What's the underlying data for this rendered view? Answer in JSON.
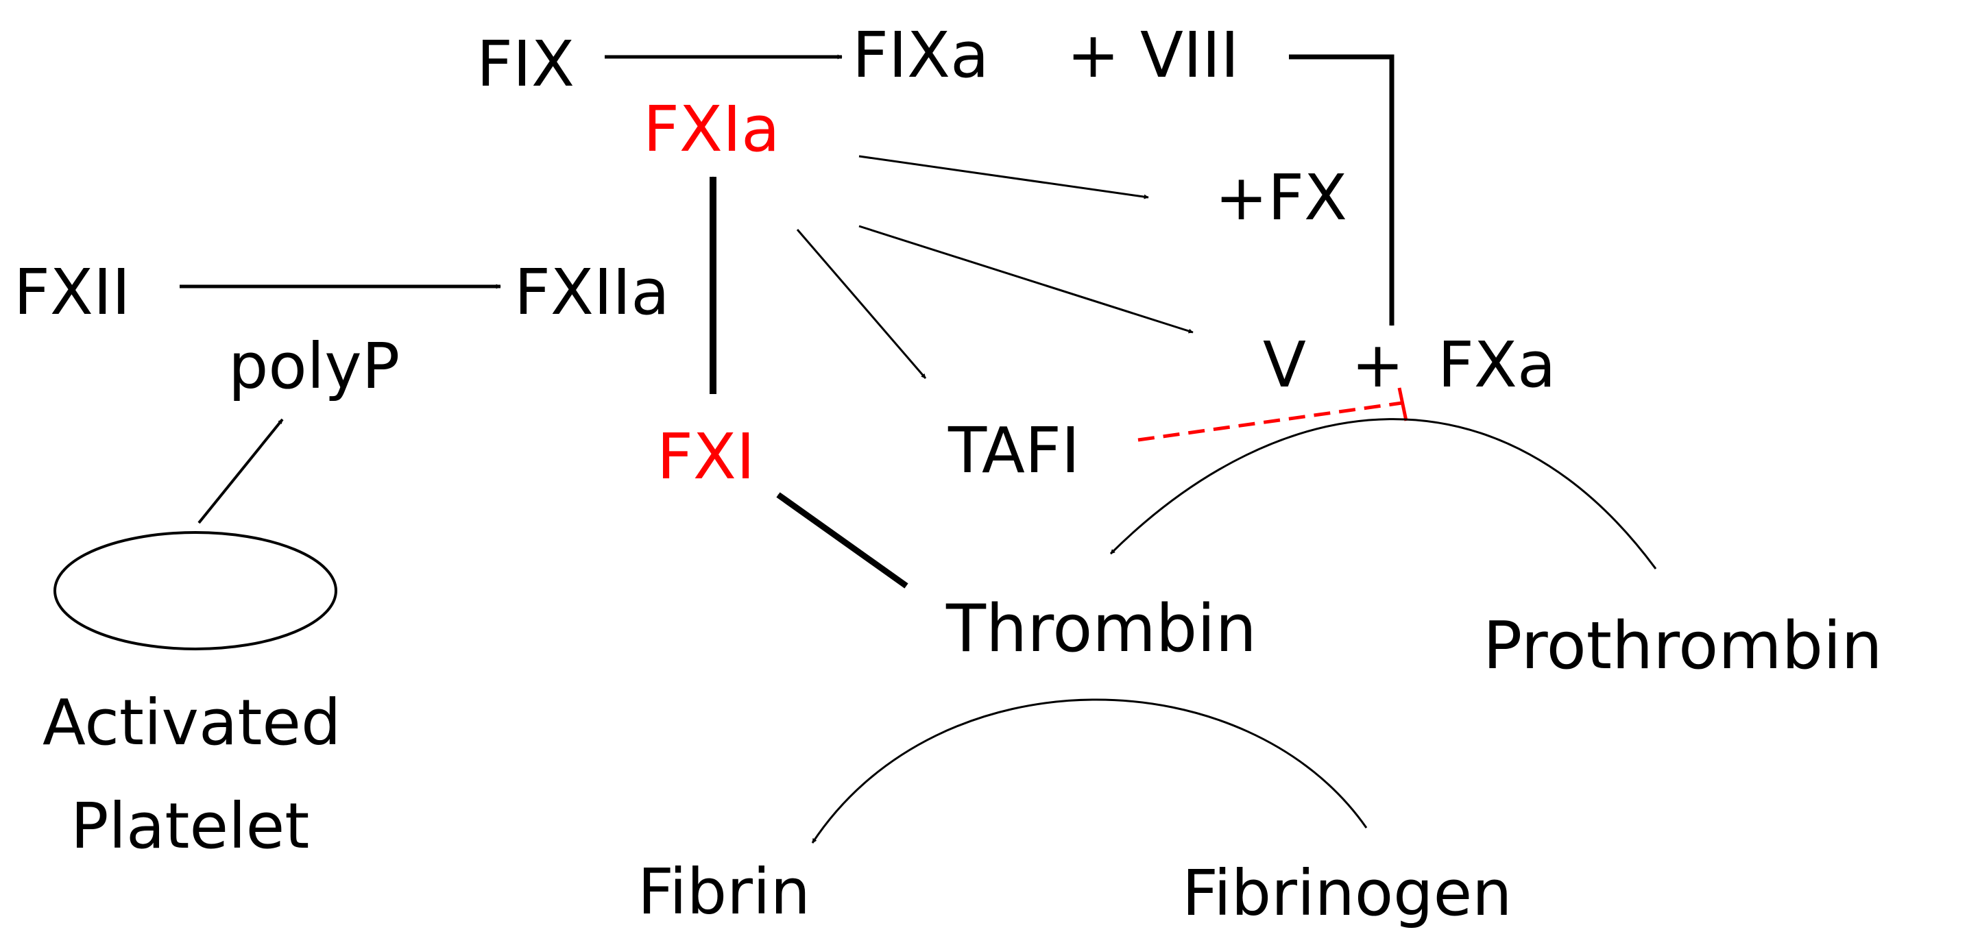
{
  "nodes": {
    "fix": "FIX",
    "fixa": "FIXa",
    "plus_top": "+",
    "viii": "VIII",
    "fxia": "FXIa",
    "plus_fx": "+FX",
    "fxii": "FXII",
    "fxiia": "FXIIa",
    "polyp": "polyP",
    "v": "V",
    "plus_mid": "+",
    "fxa": "FXa",
    "fxi": "FXI",
    "tafi": "TAFI",
    "thrombin": "Thrombin",
    "prothrombin": "Prothrombin",
    "activated": "Activated",
    "platelet": "Platelet",
    "fibrin": "Fibrin",
    "fibrinogen": "Fibrinogen"
  },
  "colors": {
    "highlight": "#ff0000",
    "default": "#000000",
    "inhibition": "#ff0000"
  }
}
